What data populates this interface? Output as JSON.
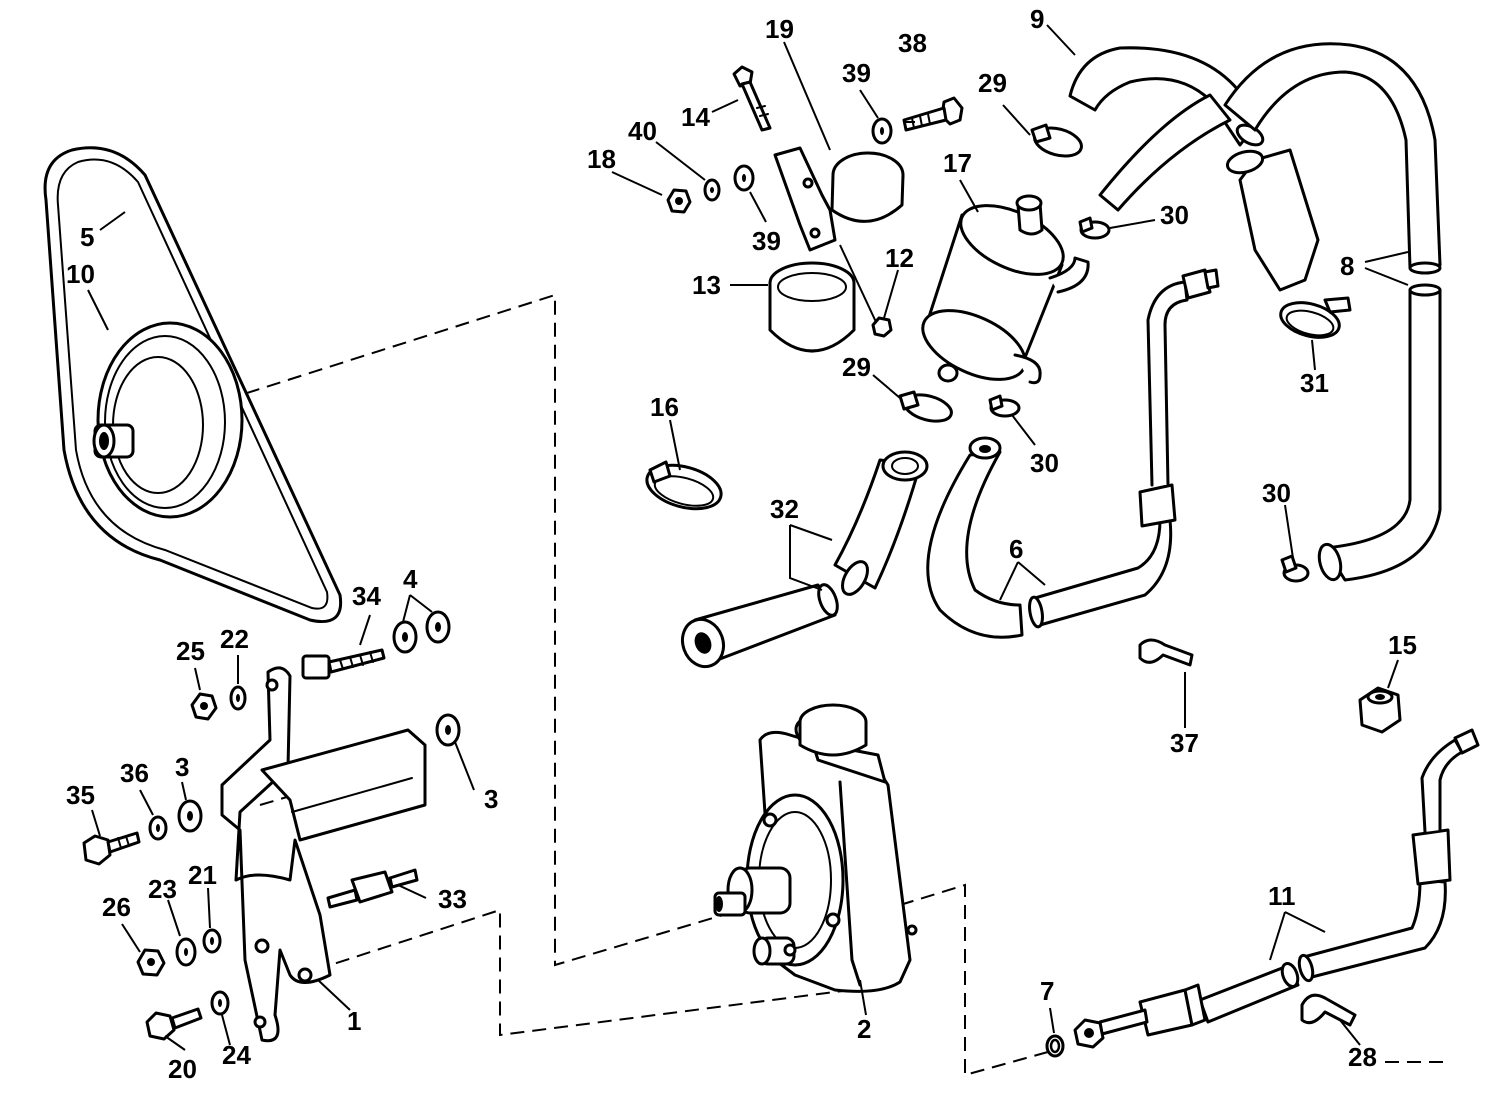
{
  "callouts": [
    {
      "id": "1",
      "label": "1"
    },
    {
      "id": "2",
      "label": "2"
    },
    {
      "id": "3a",
      "label": "3"
    },
    {
      "id": "3b",
      "label": "3"
    },
    {
      "id": "4",
      "label": "4"
    },
    {
      "id": "5",
      "label": "5"
    },
    {
      "id": "6",
      "label": "6"
    },
    {
      "id": "7",
      "label": "7"
    },
    {
      "id": "8",
      "label": "8"
    },
    {
      "id": "9",
      "label": "9"
    },
    {
      "id": "10",
      "label": "10"
    },
    {
      "id": "11",
      "label": "11"
    },
    {
      "id": "12",
      "label": "12"
    },
    {
      "id": "13",
      "label": "13"
    },
    {
      "id": "14",
      "label": "14"
    },
    {
      "id": "15",
      "label": "15"
    },
    {
      "id": "16",
      "label": "16"
    },
    {
      "id": "17",
      "label": "17"
    },
    {
      "id": "18",
      "label": "18"
    },
    {
      "id": "19",
      "label": "19"
    },
    {
      "id": "20",
      "label": "20"
    },
    {
      "id": "21",
      "label": "21"
    },
    {
      "id": "22",
      "label": "22"
    },
    {
      "id": "23",
      "label": "23"
    },
    {
      "id": "24",
      "label": "24"
    },
    {
      "id": "25",
      "label": "25"
    },
    {
      "id": "26",
      "label": "26"
    },
    {
      "id": "28",
      "label": "28"
    },
    {
      "id": "29a",
      "label": "29"
    },
    {
      "id": "29b",
      "label": "29"
    },
    {
      "id": "30a",
      "label": "30"
    },
    {
      "id": "30b",
      "label": "30"
    },
    {
      "id": "30c",
      "label": "30"
    },
    {
      "id": "31",
      "label": "31"
    },
    {
      "id": "32",
      "label": "32"
    },
    {
      "id": "33",
      "label": "33"
    },
    {
      "id": "34",
      "label": "34"
    },
    {
      "id": "35",
      "label": "35"
    },
    {
      "id": "36",
      "label": "36"
    },
    {
      "id": "37",
      "label": "37"
    },
    {
      "id": "38",
      "label": "38"
    },
    {
      "id": "39a",
      "label": "39"
    },
    {
      "id": "39b",
      "label": "39"
    },
    {
      "id": "40",
      "label": "40"
    }
  ]
}
